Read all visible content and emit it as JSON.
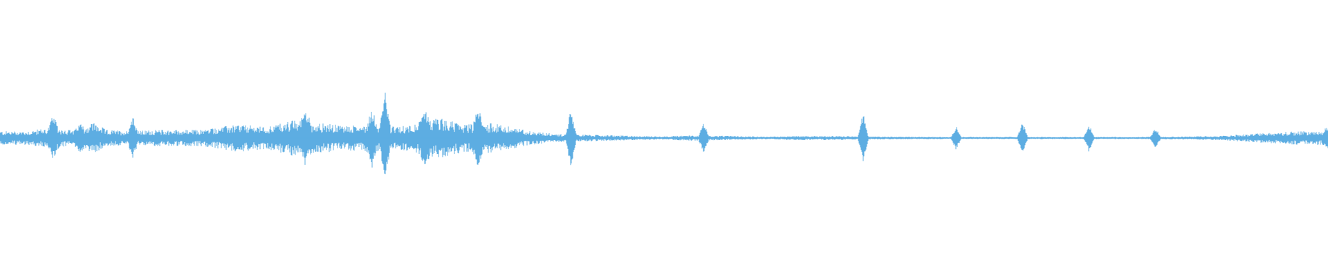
{
  "waveform": {
    "color": "#5dade2",
    "background": "#ffffff",
    "envelope": [
      [
        0.0,
        0.05
      ],
      [
        0.02,
        0.05
      ],
      [
        0.04,
        0.08
      ],
      [
        0.06,
        0.05
      ],
      [
        0.07,
        0.12
      ],
      [
        0.08,
        0.06
      ],
      [
        0.1,
        0.05
      ],
      [
        0.12,
        0.06
      ],
      [
        0.15,
        0.06
      ],
      [
        0.18,
        0.1
      ],
      [
        0.2,
        0.08
      ],
      [
        0.22,
        0.13
      ],
      [
        0.24,
        0.11
      ],
      [
        0.26,
        0.09
      ],
      [
        0.28,
        0.1
      ],
      [
        0.3,
        0.08
      ],
      [
        0.33,
        0.15
      ],
      [
        0.35,
        0.1
      ],
      [
        0.37,
        0.11
      ],
      [
        0.4,
        0.05
      ],
      [
        0.42,
        0.03
      ],
      [
        0.44,
        0.025
      ],
      [
        0.46,
        0.02
      ],
      [
        0.48,
        0.015
      ],
      [
        0.5,
        0.012
      ],
      [
        0.52,
        0.02
      ],
      [
        0.55,
        0.015
      ],
      [
        0.58,
        0.01
      ],
      [
        0.6,
        0.015
      ],
      [
        0.62,
        0.015
      ],
      [
        0.65,
        0.012
      ],
      [
        0.7,
        0.008
      ],
      [
        0.75,
        0.008
      ],
      [
        0.8,
        0.008
      ],
      [
        0.85,
        0.008
      ],
      [
        0.88,
        0.01
      ],
      [
        0.9,
        0.012
      ],
      [
        0.92,
        0.015
      ],
      [
        0.94,
        0.03
      ],
      [
        0.96,
        0.04
      ],
      [
        0.98,
        0.05
      ],
      [
        1.0,
        0.05
      ]
    ],
    "spikes": [
      [
        0.04,
        0.1
      ],
      [
        0.06,
        0.07
      ],
      [
        0.1,
        0.12
      ],
      [
        0.23,
        0.12
      ],
      [
        0.28,
        0.14
      ],
      [
        0.29,
        0.28
      ],
      [
        0.32,
        0.1
      ],
      [
        0.36,
        0.14
      ],
      [
        0.43,
        0.2
      ],
      [
        0.53,
        0.1
      ],
      [
        0.65,
        0.18
      ],
      [
        0.72,
        0.08
      ],
      [
        0.77,
        0.12
      ],
      [
        0.82,
        0.1
      ],
      [
        0.87,
        0.07
      ],
      [
        1.0,
        0.05
      ]
    ]
  }
}
